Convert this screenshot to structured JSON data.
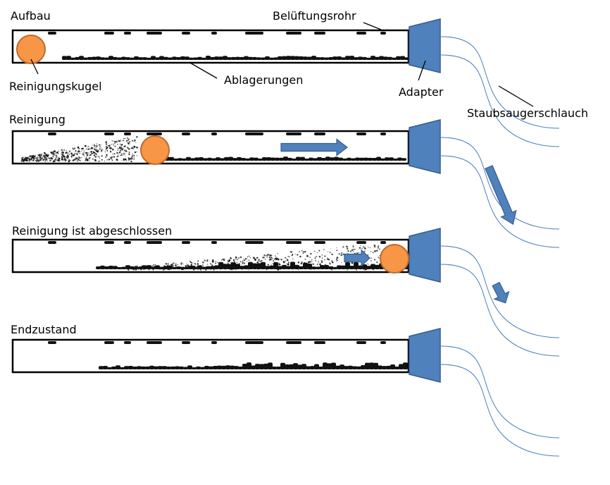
{
  "panels": [
    {
      "title": "Aufbau",
      "ball": "left"
    },
    {
      "title": "Reinigung",
      "ball": "mid"
    },
    {
      "title": "Reinigung ist abgeschlossen",
      "ball": "right"
    },
    {
      "title": "Endzustand",
      "ball": "none"
    }
  ],
  "labels": {
    "pipe": "Belüftungsrohr",
    "ball": "Reinigungskugel",
    "deposits": "Ablagerungen",
    "adapter": "Adapter",
    "hose": "Staubsaugerschlauch"
  },
  "colors": {
    "ball_fill": "#f79646",
    "ball_stroke": "#c0692a",
    "adapter": "#4f81bd",
    "adapter_stroke": "#385d8a",
    "arrow": "#4f81bd",
    "hose": "#4a7ebb",
    "deposit": "#111111"
  },
  "icons": {
    "ball": "orange-circle",
    "adapter": "blue-trapezoid",
    "flow": "blue-arrow"
  }
}
